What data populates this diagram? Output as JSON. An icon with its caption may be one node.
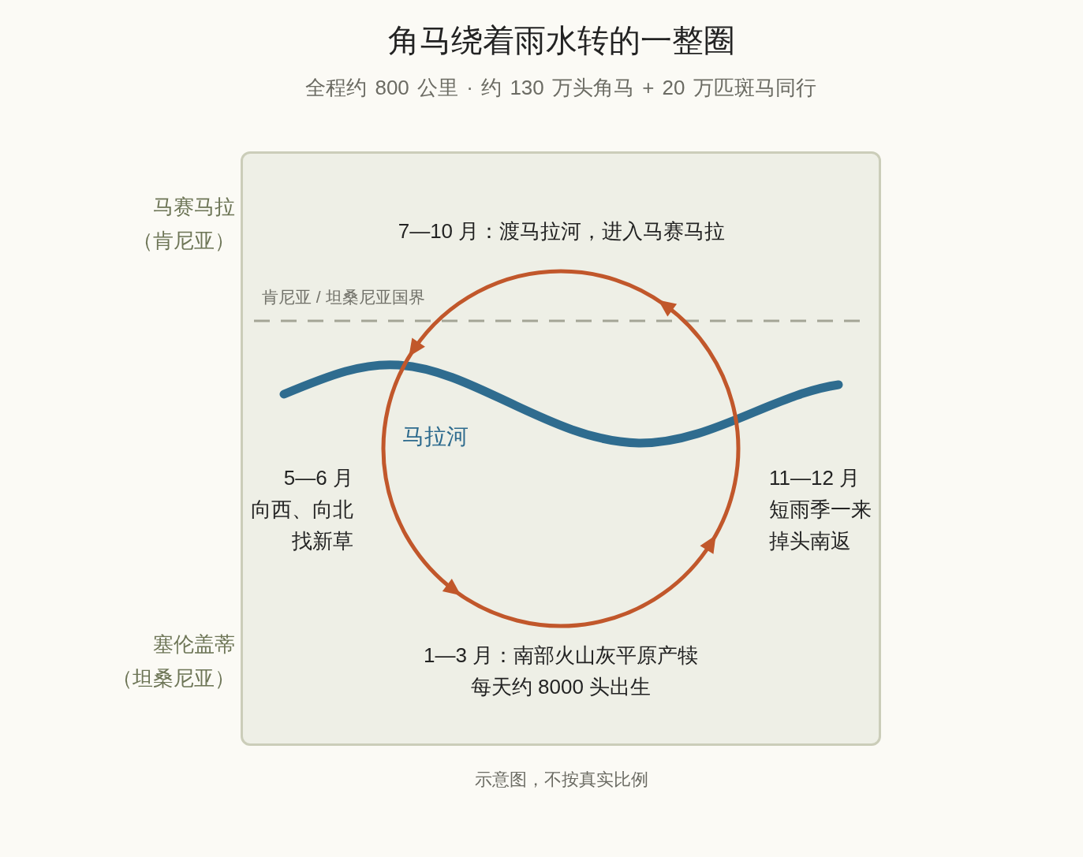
{
  "diagram": {
    "title": "角马绕着雨水转的一整圈",
    "caption": "示意图，不按真实比例",
    "labels": [
      "全程约 800 公里 · 约 130 万头角马 + 20 万匹斑马同行",
      "马赛马拉",
      "（肯尼亚）",
      "7—10 月：渡马拉河，进入马赛马拉",
      "肯尼亚 / 坦桑尼亚国界",
      "马拉河",
      "5—6 月",
      "向西、向北找新草",
      "11—12 月",
      "短雨季一来掉头南返",
      "塞伦盖蒂",
      "（坦桑尼亚）",
      "1—3 月：南部火山灰平原产犊",
      "每天约 8000 头出生"
    ]
  }
}
